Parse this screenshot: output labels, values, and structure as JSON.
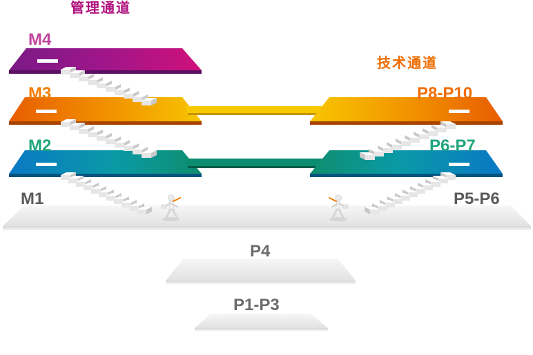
{
  "tracks": {
    "management": {
      "title": "管理通道",
      "color": "#b0127f"
    },
    "technical": {
      "title": "技术通道",
      "color": "#ef6c00"
    }
  },
  "levels": {
    "m4": {
      "label": "M4",
      "color": "#c1449c"
    },
    "m3": {
      "label": "M3",
      "color": "#ef7d00"
    },
    "m2": {
      "label": "M2",
      "color": "#1fa57d"
    },
    "m1": {
      "label": "M1",
      "color": "#5a5a5a"
    },
    "p8_p10": {
      "label": "P8-P10",
      "color": "#ef6c00"
    },
    "p6_p7": {
      "label": "P6-P7",
      "color": "#1fa57d"
    },
    "p5_p6": {
      "label": "P5-P6",
      "color": "#5a5a5a"
    },
    "p4": {
      "label": "P4",
      "color": "#6b6b6b"
    },
    "p1_p3": {
      "label": "P1-P3",
      "color": "#6b6b6b"
    }
  },
  "icons": [
    "staircase-icon",
    "walking-person-icon"
  ]
}
